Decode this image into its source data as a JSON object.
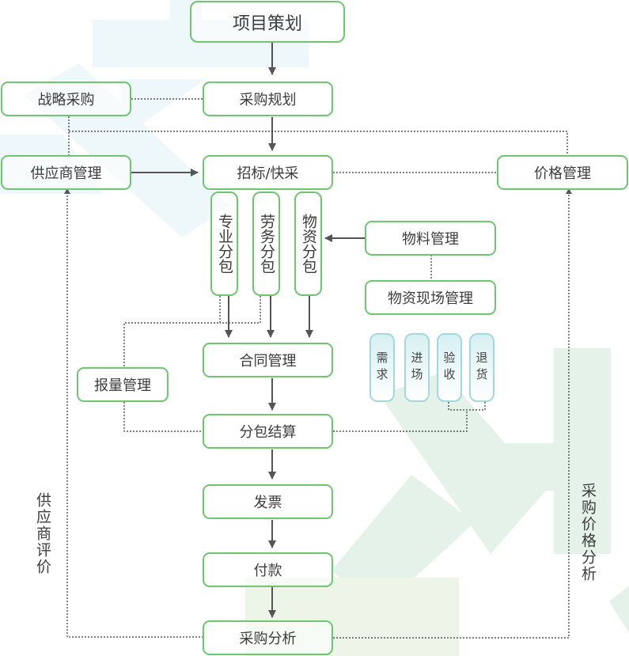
{
  "diagram": {
    "nodes": {
      "project_planning": "项目策划",
      "strategic_procurement": "战略采购",
      "procurement_planning": "采购规划",
      "supplier_management": "供应商管理",
      "bidding_quick_purchase": "招标/快采",
      "price_management": "价格管理",
      "professional_subcontract": "专业分包",
      "labor_subcontract": "劳务分包",
      "material_subcontract": "物资分包",
      "material_management": "物料管理",
      "site_material_management": "物资现场管理",
      "contract_management": "合同管理",
      "quantity_reporting": "报量管理",
      "subcontract_settlement": "分包结算",
      "invoice": "发票",
      "payment": "付款",
      "procurement_analysis": "采购分析"
    },
    "site_tags": [
      "需求",
      "进场",
      "验收",
      "退货"
    ],
    "side_labels": {
      "supplier_evaluation": "供应商评价",
      "price_analysis": "采购价格分析"
    }
  },
  "colors": {
    "node_border": "#6cc76f",
    "tag_border": "#a3d8dc",
    "arrow": "#555555",
    "bg_blue": "#eef7f9",
    "bg_green": "#e6f3ea"
  }
}
